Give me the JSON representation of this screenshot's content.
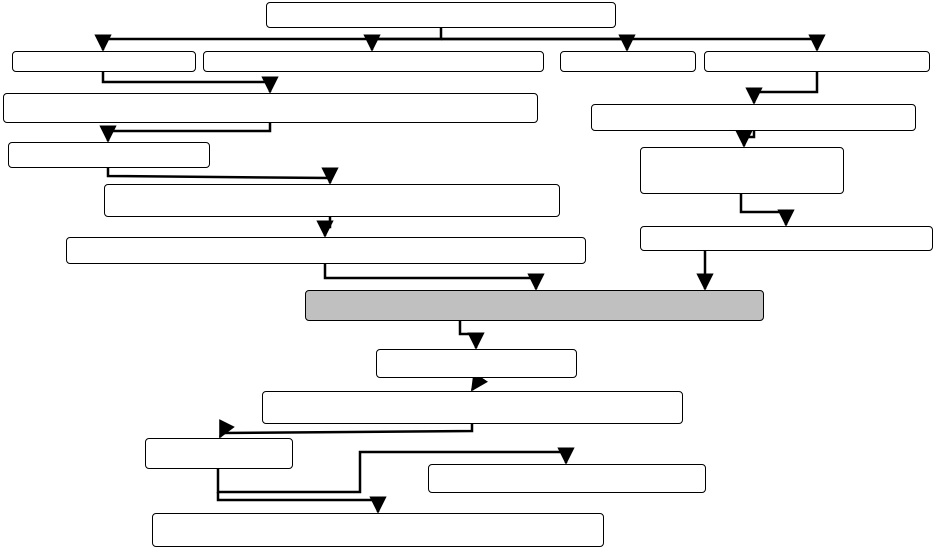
{
  "diagram": {
    "type": "flowchart",
    "colors": {
      "box_fill": "#ffffff",
      "highlight_fill": "#c0c0c0",
      "line": "#000000"
    },
    "nodes": [
      {
        "id": "n-top",
        "label": ""
      },
      {
        "id": "n-l1-a",
        "label": ""
      },
      {
        "id": "n-l1-b",
        "label": ""
      },
      {
        "id": "n-l1-c",
        "label": ""
      },
      {
        "id": "n-l1-d",
        "label": ""
      },
      {
        "id": "n-left-wide",
        "label": ""
      },
      {
        "id": "n-left-small",
        "label": ""
      },
      {
        "id": "n-left-mid",
        "label": ""
      },
      {
        "id": "n-left-long",
        "label": ""
      },
      {
        "id": "n-right-wide",
        "label": ""
      },
      {
        "id": "n-right-tall",
        "label": ""
      },
      {
        "id": "n-right-bottom",
        "label": ""
      },
      {
        "id": "n-merge",
        "label": "",
        "highlight": true
      },
      {
        "id": "n-after-merge",
        "label": ""
      },
      {
        "id": "n-lower-wide",
        "label": ""
      },
      {
        "id": "n-lower-small",
        "label": ""
      },
      {
        "id": "n-lower-right",
        "label": ""
      },
      {
        "id": "n-final",
        "label": ""
      }
    ],
    "edges": [
      {
        "from": "n-top",
        "to": "n-l1-a"
      },
      {
        "from": "n-top",
        "to": "n-l1-b"
      },
      {
        "from": "n-top",
        "to": "n-l1-c"
      },
      {
        "from": "n-top",
        "to": "n-l1-d"
      },
      {
        "from": "n-l1-a",
        "to": "n-left-wide"
      },
      {
        "from": "n-left-wide",
        "to": "n-left-small"
      },
      {
        "from": "n-left-small",
        "to": "n-left-mid"
      },
      {
        "from": "n-left-mid",
        "to": "n-left-long"
      },
      {
        "from": "n-left-long",
        "to": "n-merge"
      },
      {
        "from": "n-l1-d",
        "to": "n-right-wide"
      },
      {
        "from": "n-right-wide",
        "to": "n-right-tall"
      },
      {
        "from": "n-right-tall",
        "to": "n-right-bottom"
      },
      {
        "from": "n-right-bottom",
        "to": "n-merge"
      },
      {
        "from": "n-merge",
        "to": "n-after-merge"
      },
      {
        "from": "n-after-merge",
        "to": "n-lower-wide"
      },
      {
        "from": "n-lower-wide",
        "to": "n-lower-small"
      },
      {
        "from": "n-lower-small",
        "to": "n-lower-right"
      },
      {
        "from": "n-lower-small",
        "to": "n-final"
      }
    ]
  }
}
